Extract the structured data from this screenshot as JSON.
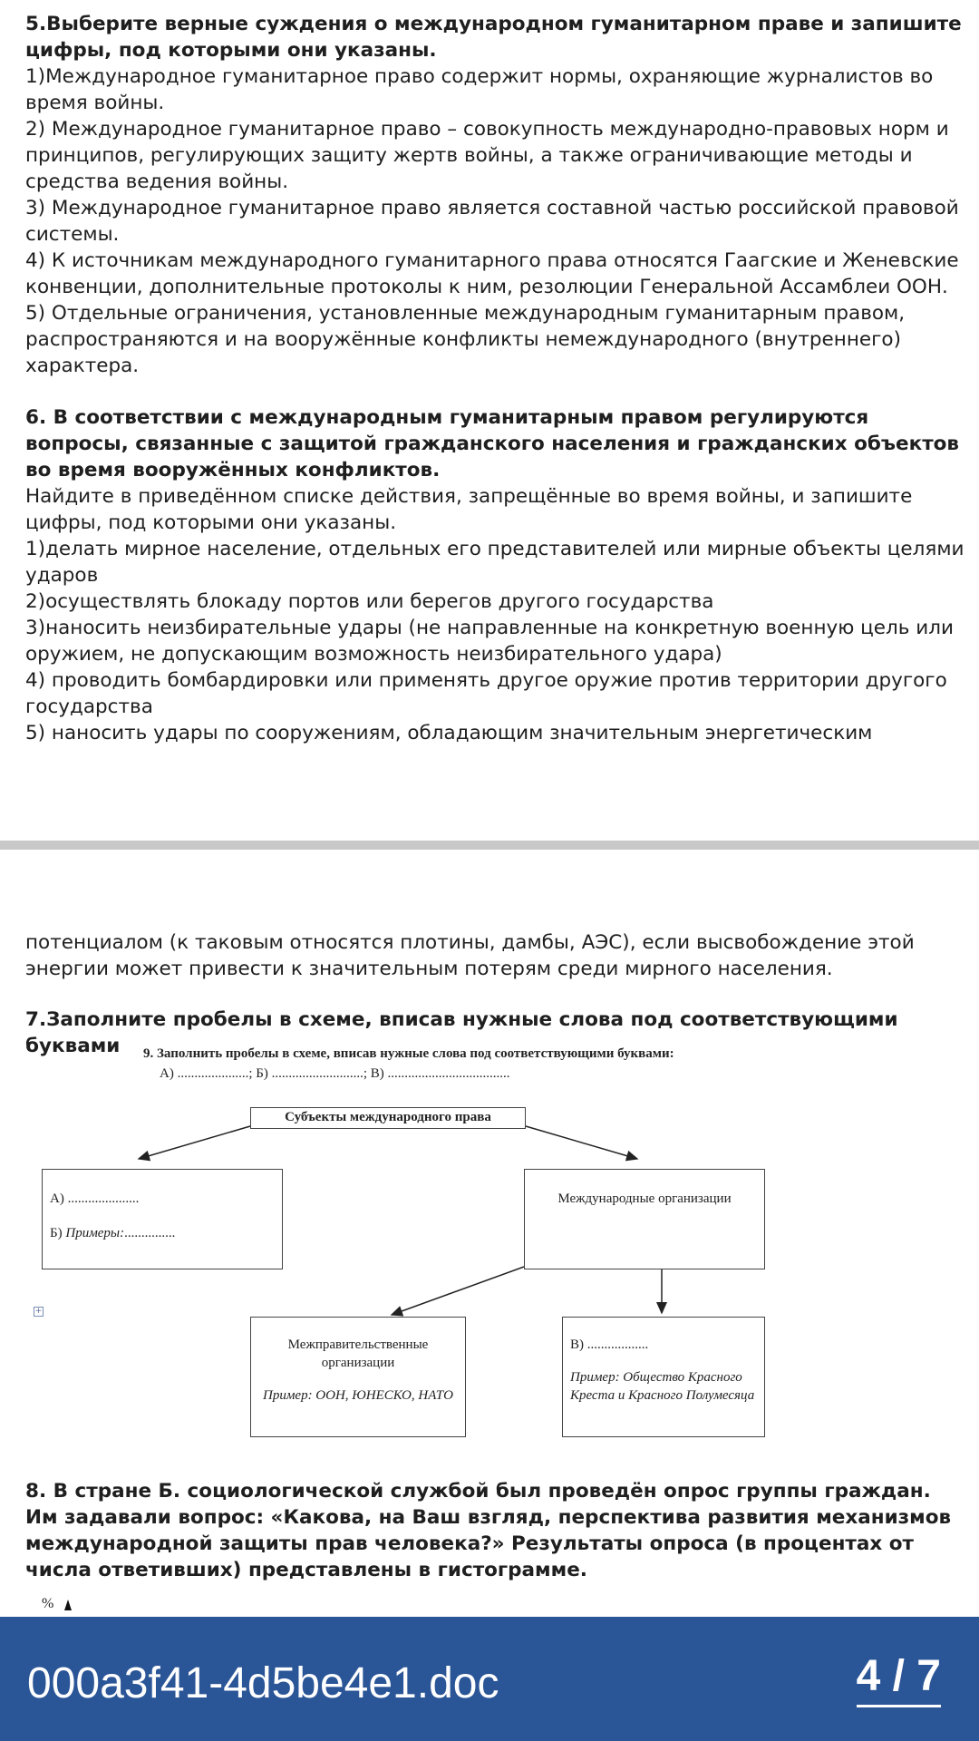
{
  "page1": {
    "q5": {
      "title": "5.Выберите верные суждения о международном гуманитарном праве и запишите цифры, под которыми они указаны.",
      "items": [
        "1)Международное гуманитарное право содержит нормы, охраняющие журналистов во время войны.",
        "2) Международное гуманитарное право – совокупность международно-правовых норм и принципов, регулирующих защиту жертв войны, а также ограничивающие методы и средства ведения войны.",
        "3) Международное гуманитарное право является составной частью российской правовой системы.",
        "4) К источникам международного гуманитарного права относятся Гаагские и Женевские конвенции, дополнительные протоколы к ним, резолюции Генеральной Ассамблеи ООН.",
        "5) Отдельные ограничения, установленные международным гуманитарным правом, распространяются и на вооружённые конфликты немеждународного (внутреннего) характера."
      ]
    },
    "q6": {
      "title": "6. В соответствии с международным гуманитарным правом регулируются вопросы, связанные с защитой гражданского населения и гражданских объектов во время вооружённых конфликтов.",
      "instruction": "Найдите в приведённом списке действия, запрещённые во время войны, и запишите цифры, под которыми они указаны.",
      "items": [
        "1)делать мирное население, отдельных его представителей или мирные объекты целями ударов",
        "2)осуществлять блокаду портов или берегов другого государства",
        "3)наносить неизбирательные удары (не направленные на конкретную военную цель или оружием, не допускающим возможность неизбирательного удара)",
        "4) проводить бомбардировки или применять другое оружие против территории другого государства",
        "5) наносить удары по сооружениям, обладающим значительным энергетическим"
      ]
    }
  },
  "page2": {
    "q6_continued": "потенциалом (к таковым относятся плотины, дамбы, АЭС), если высвобождение этой энергии может привести к значительным потерям среди мирного населения.",
    "q7_title": "7.Заполните пробелы в схеме, вписав нужные слова под соответствующими буквами",
    "scheme": {
      "header_line1": "9. Заполнить пробелы в схеме, вписав нужные слова под  соответствующими буквами:",
      "header_line2": "А) .....................;  Б)  ...........................;   В)  ....................................",
      "root": "Субъекты международного права",
      "left_a": "А) .....................",
      "left_b_prefix": "Б) ",
      "left_b_italic": "Примеры:",
      "left_b_dots": "...............",
      "right": "Международные  организации",
      "inter_gov_title": "Межправительственные организации",
      "inter_gov_example": "Пример: ООН, ЮНЕСКО, НАТО",
      "v_label": "В) ..................",
      "v_example": "Пример: Общество Красного Креста и Красного Полумесяца"
    },
    "q8": "8. В стране Б. социологической службой был проведён опрос группы граждан. Им задавали вопрос: «Какова, на Ваш взгляд, перспектива развития механизмов международной защиты прав человека?» Результаты опроса (в процентах от числа ответивших) представлены в гистограмме.",
    "histogram_axis_label": "%"
  },
  "footer": {
    "filename": "000a3f41-4d5be4e1.doc",
    "page_indicator": "4 / 7",
    "bg_color": "#2a5597"
  }
}
